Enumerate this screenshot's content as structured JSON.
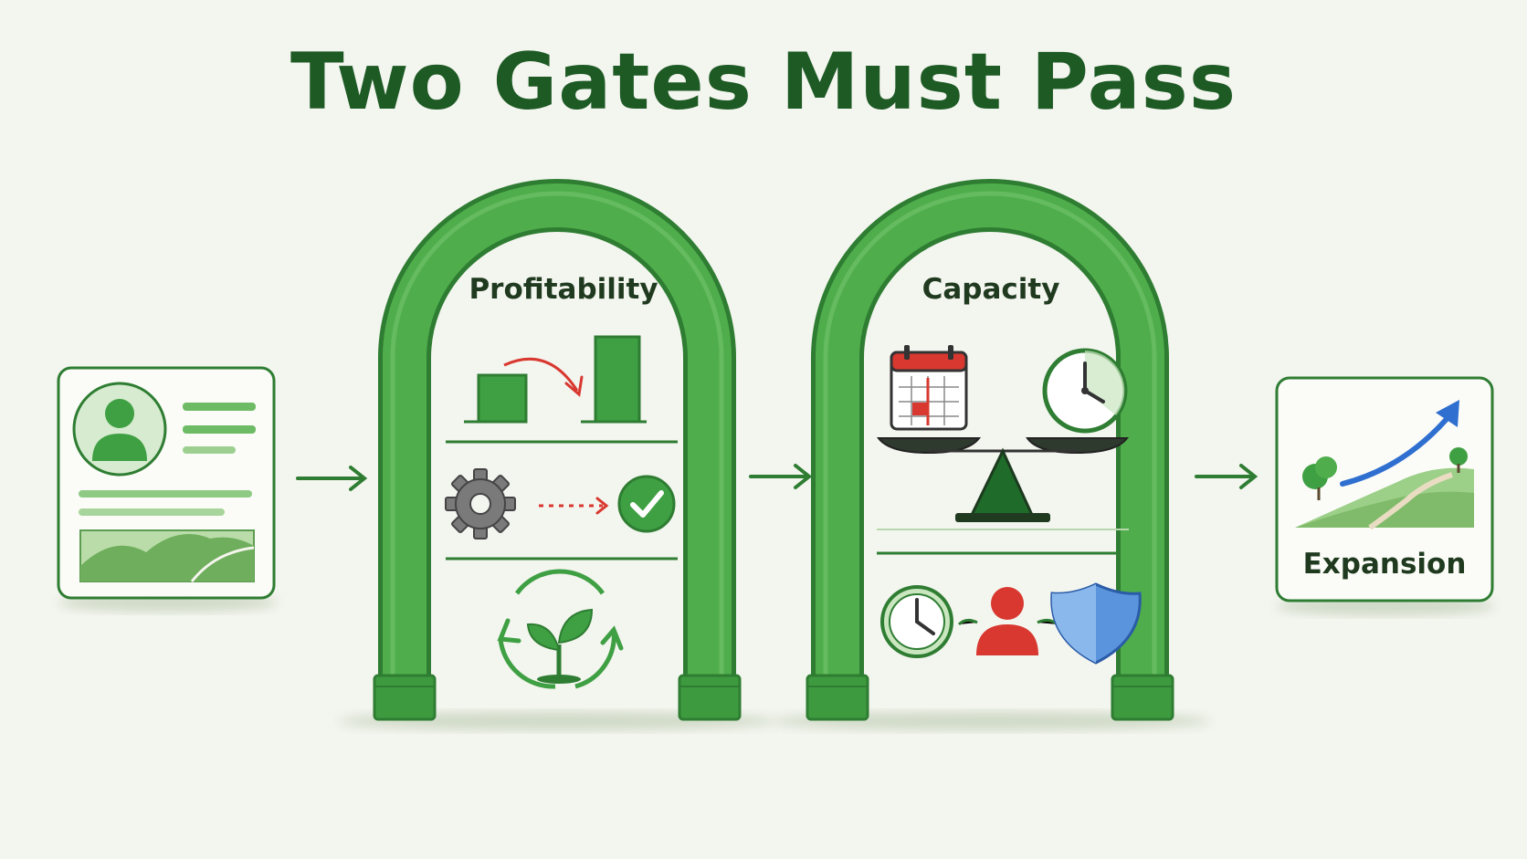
{
  "title": "Two Gates Must Pass",
  "gates": [
    {
      "label": "Profitability"
    },
    {
      "label": "Capacity"
    }
  ],
  "destination": {
    "label": "Expansion"
  },
  "colors": {
    "green": "#3fa043",
    "dark_green": "#1d5a24",
    "red": "#d8382f",
    "blue": "#2f6fd0",
    "paper": "#f3f5ef"
  },
  "icons": {
    "start": "profile-card-icon",
    "gate1": [
      "bar-growth-icon",
      "gear-icon",
      "check-circle-icon",
      "sprout-cycle-icon"
    ],
    "gate2": [
      "calendar-icon",
      "clock-icon",
      "balance-scale-icon",
      "person-icon",
      "shield-icon"
    ],
    "end": "growth-path-icon"
  }
}
